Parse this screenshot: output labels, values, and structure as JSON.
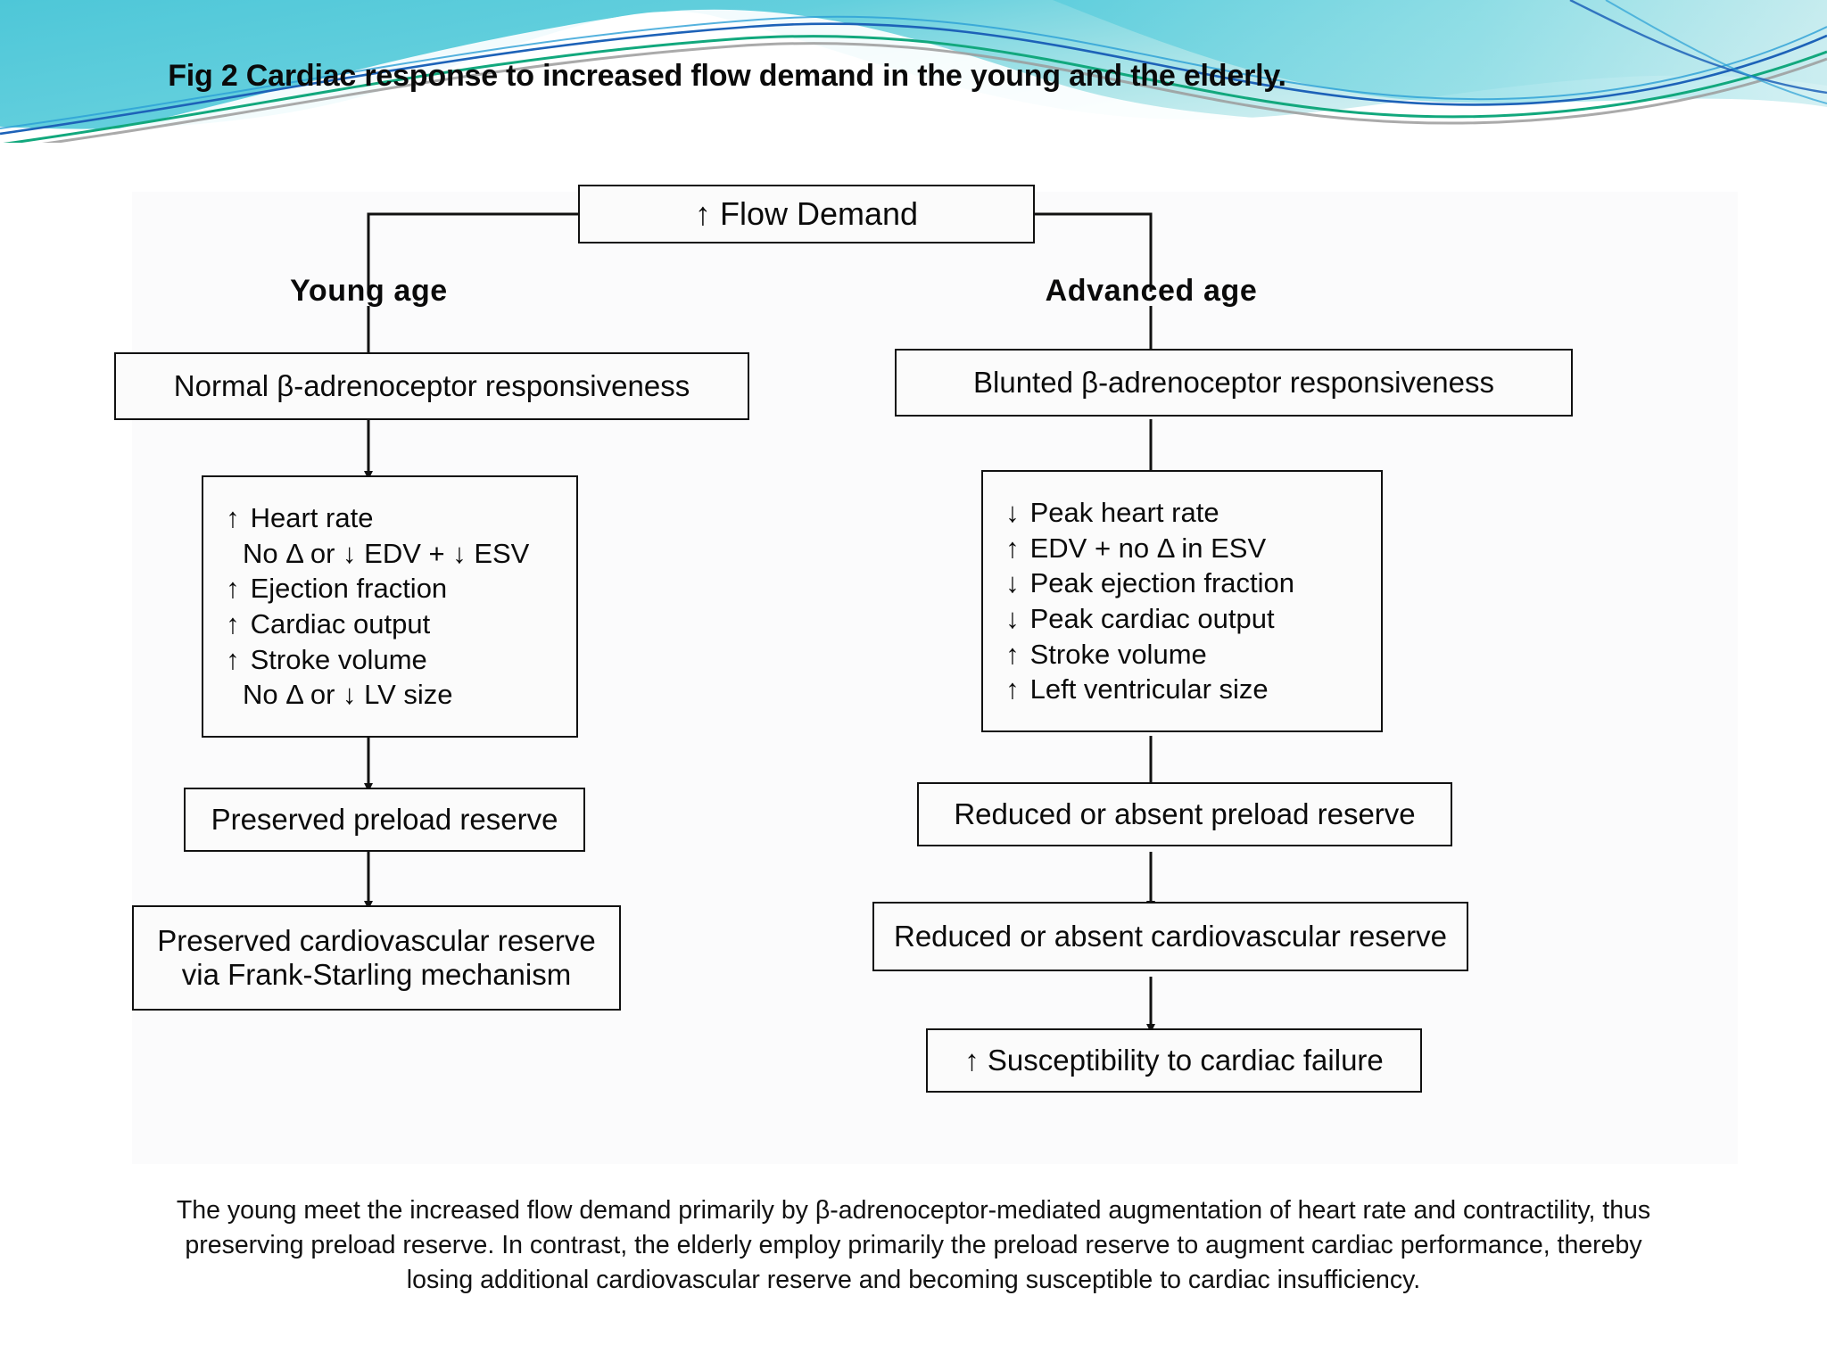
{
  "slide": {
    "title": "Fig 2 Cardiac response to increased flow demand in the young and the elderly.",
    "accent_colors": {
      "teal": "#3fc9da",
      "cyan": "#5fd2e0",
      "green": "#12a87d",
      "blue": "#1d62b8",
      "gray": "#9b9b9b",
      "band_bottom": "#ffffff"
    }
  },
  "flowchart": {
    "root": {
      "label": "↑ Flow Demand"
    },
    "branches": [
      {
        "heading": "Young age",
        "responsiveness_box": "Normal β-adrenoceptor responsiveness",
        "effects": [
          {
            "arrow": "↑",
            "text": "Heart rate"
          },
          {
            "arrow": "",
            "text": "No Δ or ↓ EDV + ↓ ESV"
          },
          {
            "arrow": "↑",
            "text": "Ejection fraction"
          },
          {
            "arrow": "↑",
            "text": "Cardiac output"
          },
          {
            "arrow": "↑",
            "text": "Stroke volume"
          },
          {
            "arrow": "",
            "text": "No Δ or ↓ LV size"
          }
        ],
        "preload_box": "Preserved preload reserve",
        "reserve_box_line1": "Preserved cardiovascular reserve",
        "reserve_box_line2": "via Frank-Starling mechanism",
        "failure_box": null
      },
      {
        "heading": "Advanced age",
        "responsiveness_box": "Blunted β-adrenoceptor responsiveness",
        "effects": [
          {
            "arrow": "↓",
            "text": "Peak heart rate"
          },
          {
            "arrow": "↑",
            "text": "EDV + no Δ in ESV"
          },
          {
            "arrow": "↓",
            "text": "Peak ejection fraction"
          },
          {
            "arrow": "↓",
            "text": "Peak cardiac output"
          },
          {
            "arrow": "↑",
            "text": "Stroke volume"
          },
          {
            "arrow": "↑",
            "text": "Left ventricular size"
          }
        ],
        "preload_box": "Reduced or absent preload reserve",
        "reserve_box_line1": "Reduced or absent cardiovascular reserve",
        "reserve_box_line2": null,
        "failure_box": "↑ Susceptibility to cardiac failure"
      }
    ]
  },
  "caption": {
    "line1": "The young meet the increased flow demand primarily by β-adrenoceptor-mediated augmentation of heart rate and contractility, thus",
    "line2": "preserving preload reserve. In contrast, the elderly employ primarily the preload reserve to augment cardiac performance, thereby",
    "line3": "losing additional cardiovascular reserve and becoming susceptible to cardiac insufficiency."
  }
}
